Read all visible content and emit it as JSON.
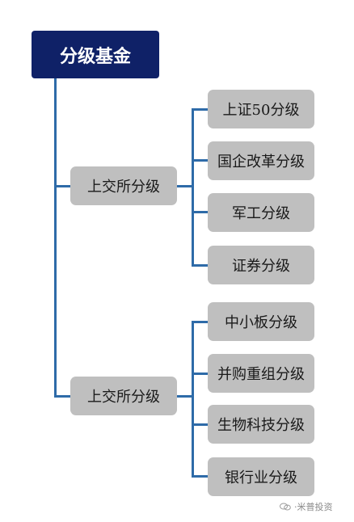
{
  "root": {
    "label": "分级基金"
  },
  "groups": [
    {
      "label": "上交所分级",
      "children": [
        "上证50分级",
        "国企改革分级",
        "军工分级",
        "证券分级"
      ]
    },
    {
      "label": "上交所分级",
      "children": [
        "中小板分级",
        "并购重组分级",
        "生物科技分级",
        "银行业分级"
      ]
    }
  ],
  "watermark": {
    "text": "·米普投资"
  },
  "colors": {
    "root_bg": "#0f2167",
    "node_bg": "#bfbfbf",
    "connector": "#2e6ba8"
  }
}
